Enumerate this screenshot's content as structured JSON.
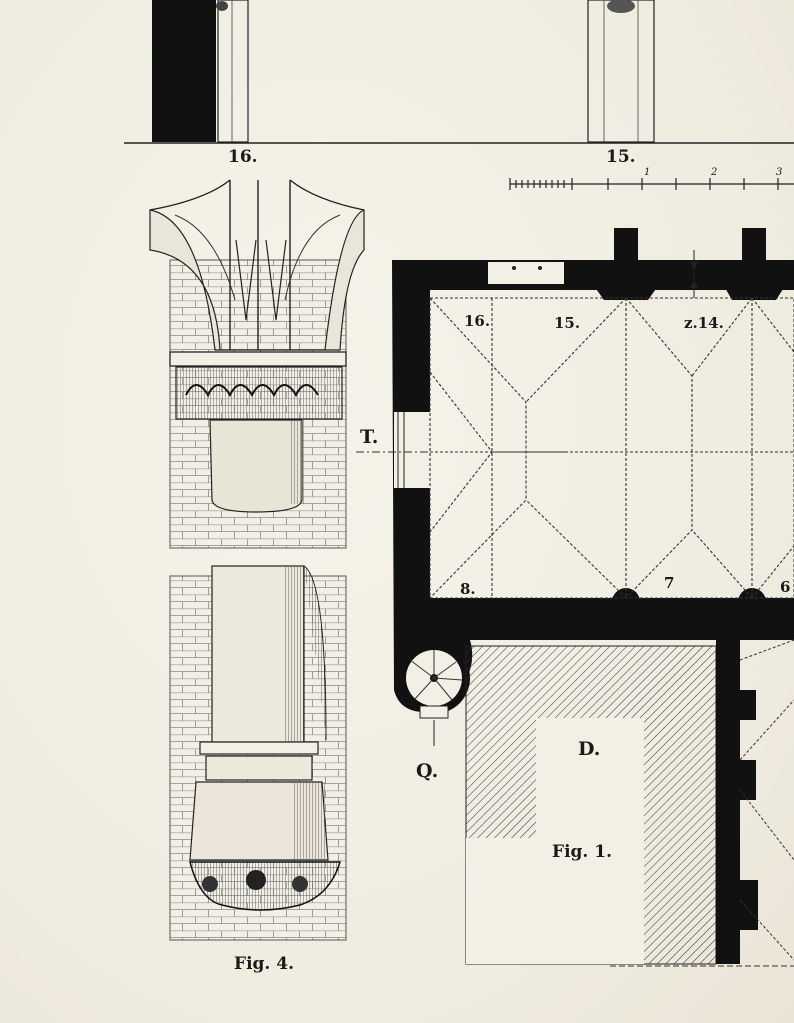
{
  "top_elevation": {
    "label_left": "16.",
    "label_right": "15."
  },
  "scale_bar": {
    "ticks": [
      "1",
      "2",
      "3"
    ]
  },
  "fig4": {
    "caption": "Fig. 4."
  },
  "fig1": {
    "caption": "Fig. 1.",
    "bay_labels_top": [
      "16.",
      "15.",
      "z.14."
    ],
    "bay_labels_bottom": [
      "8.",
      "7",
      "6"
    ],
    "mark_T": "T.",
    "mark_Q": "Q.",
    "mark_D": "D."
  },
  "colors": {
    "ink": "#1a1a1a",
    "paper": "#f2efe4"
  }
}
